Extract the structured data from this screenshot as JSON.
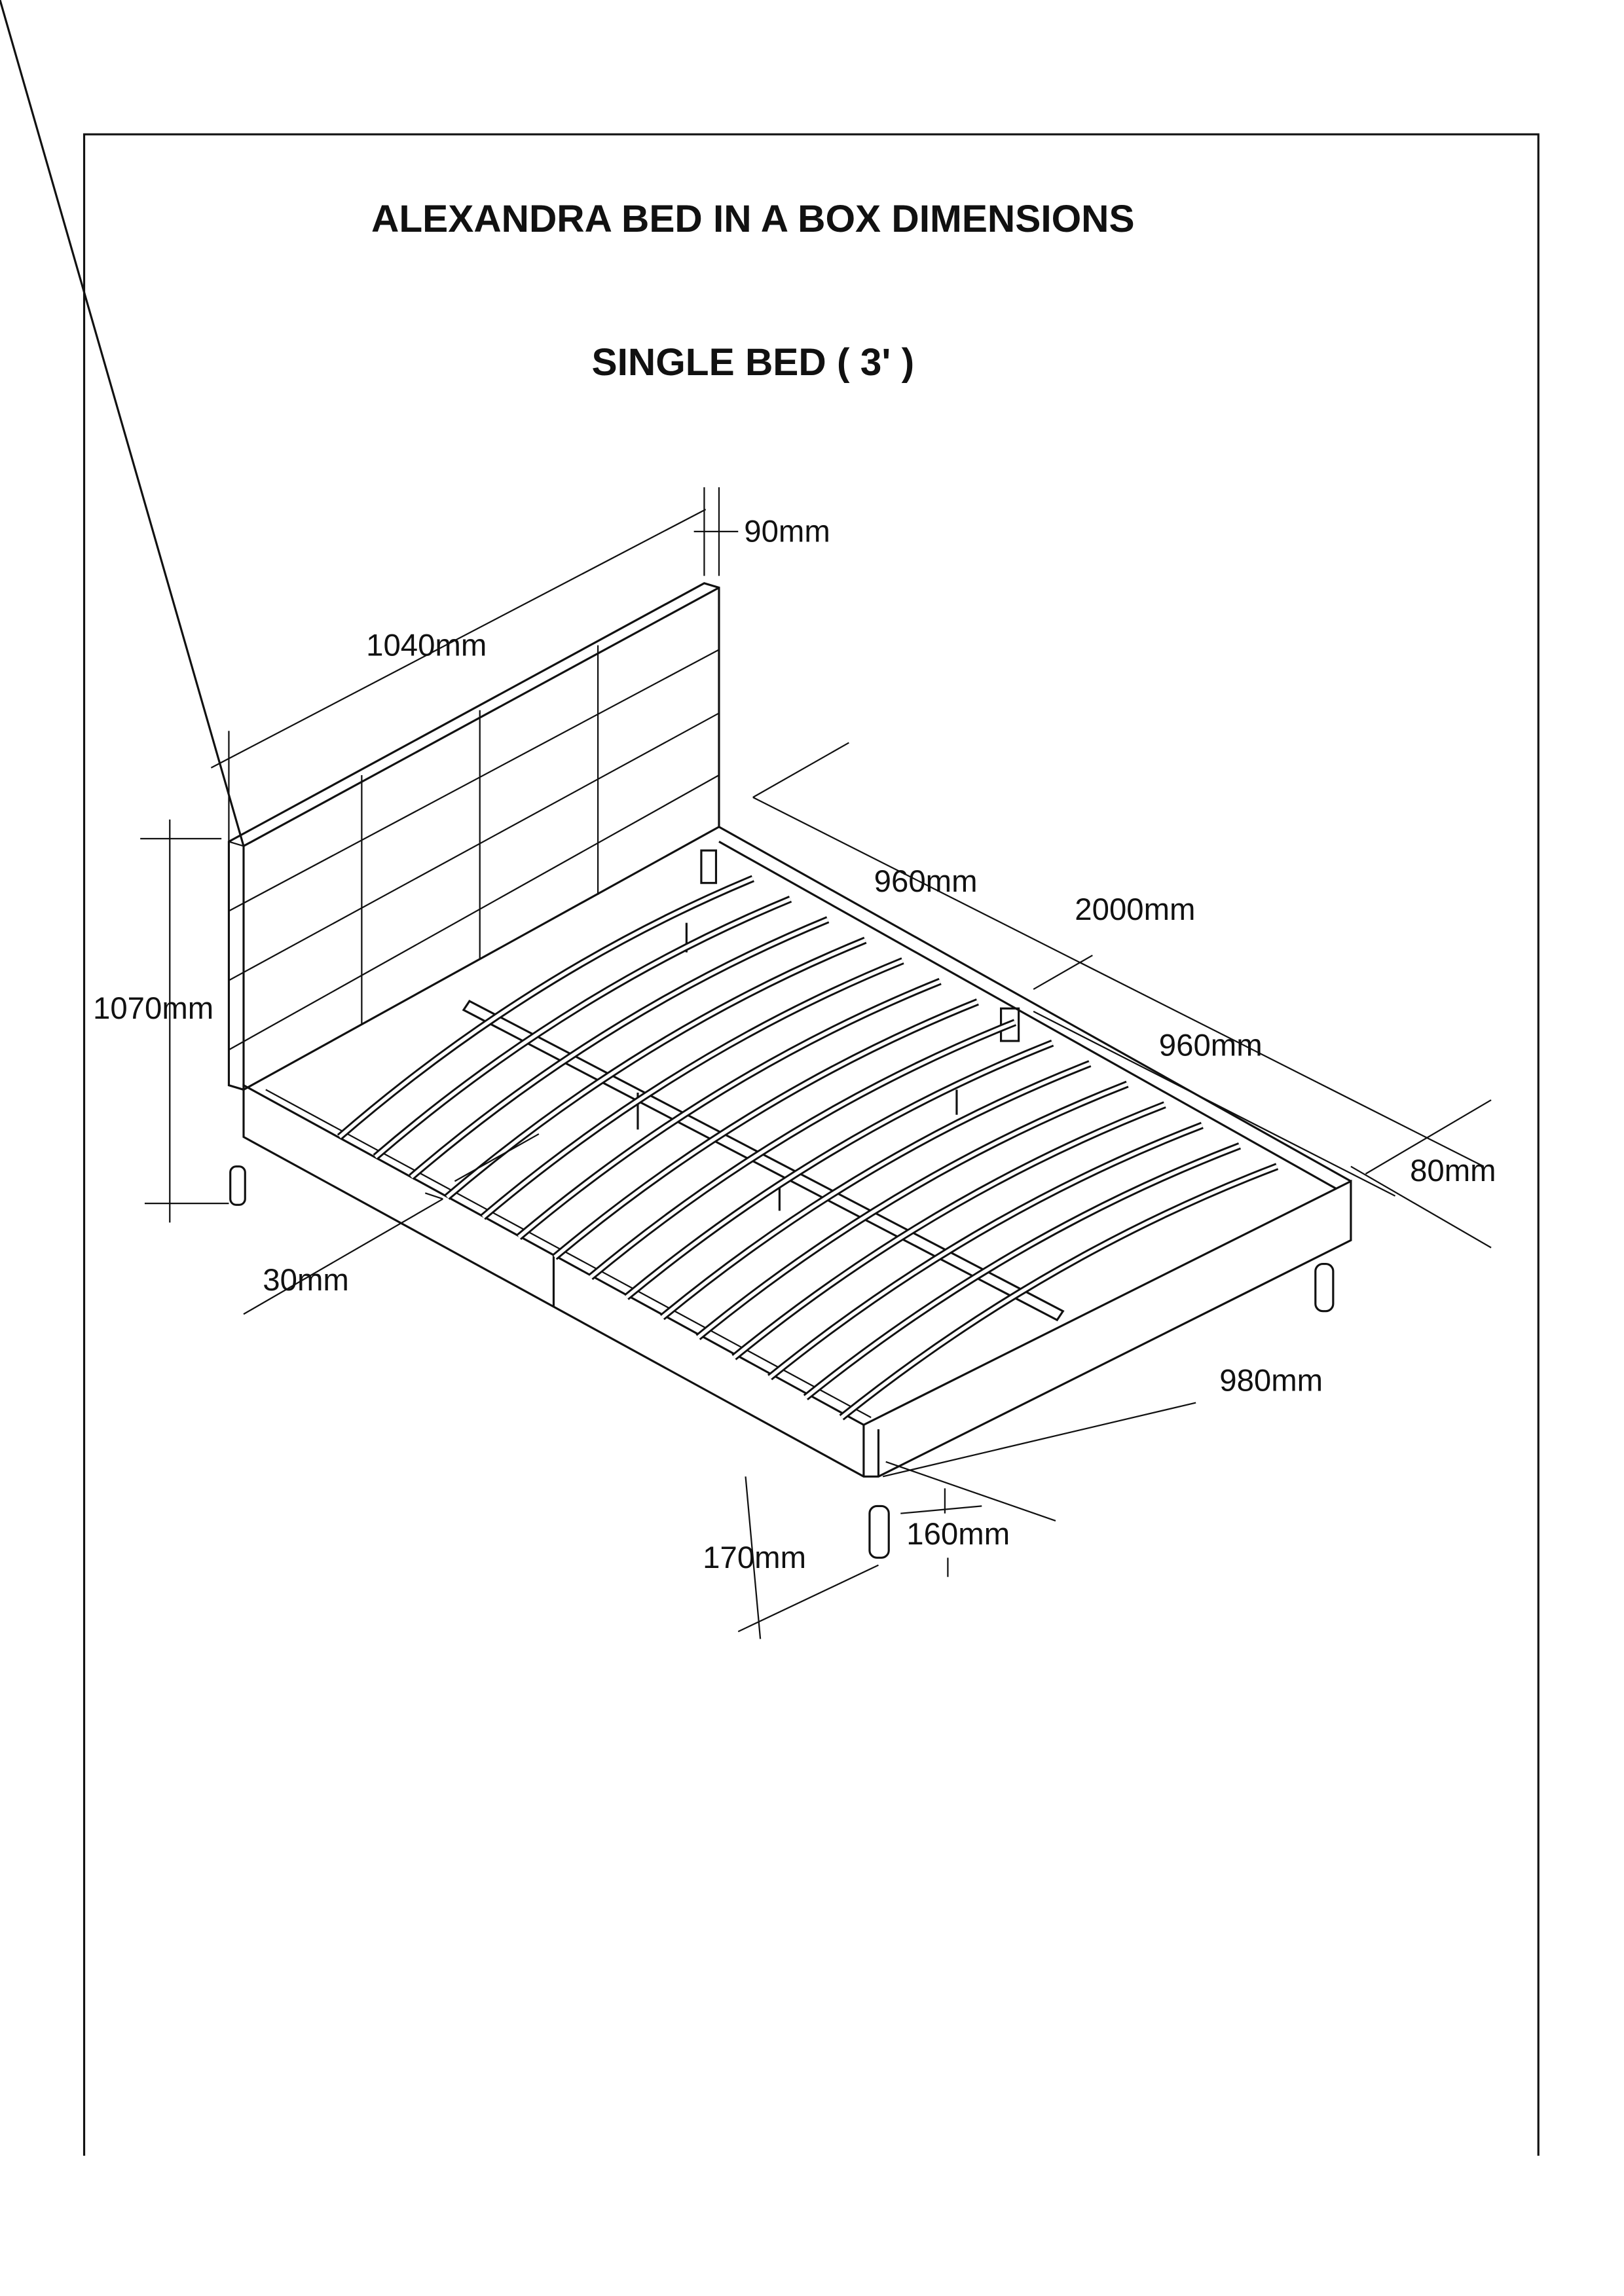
{
  "title": "ALEXANDRA  BED IN A BOX  DIMENSIONS",
  "subtitle": "SINGLE BED ( 3' )",
  "dimensions": {
    "headboard_thickness": "90mm",
    "headboard_width": "1040mm",
    "headboard_height": "1070mm",
    "half_length_top": "960mm",
    "total_length": "2000mm",
    "half_length_bottom": "960mm",
    "side_rail_height": "80mm",
    "rail_thickness": "30mm",
    "total_width": "980mm",
    "leg_height": "170mm",
    "leg_inset": "160mm"
  }
}
